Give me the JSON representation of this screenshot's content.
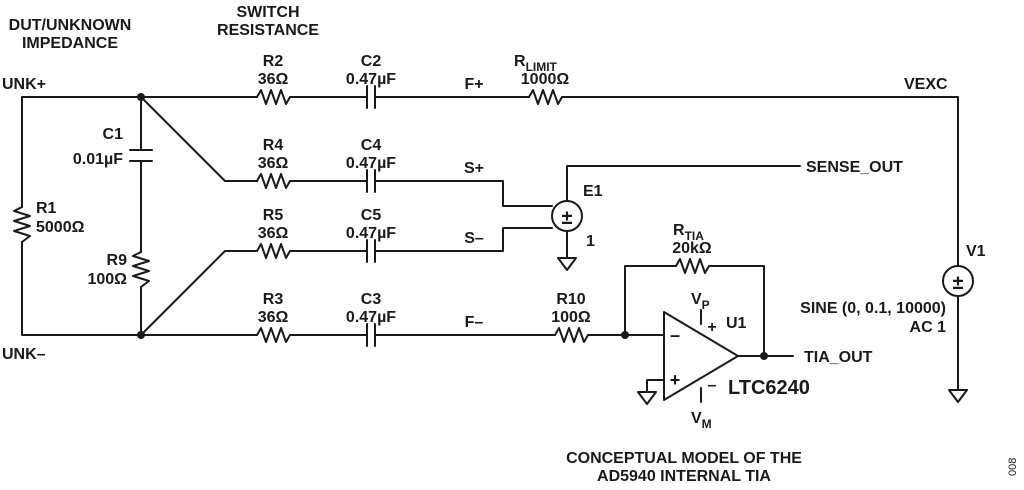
{
  "headings": {
    "dut_l1": "DUT/UNKNOWN",
    "dut_l2": "IMPEDANCE",
    "sw_l1": "SWITCH",
    "sw_l2": "RESISTANCE"
  },
  "nodes": {
    "unk_plus": "UNK+",
    "unk_minus": "UNK–",
    "vexc": "VEXC",
    "sense_out": "SENSE_OUT",
    "tia_out": "TIA_OUT",
    "f_plus": "F+",
    "f_minus": "F–",
    "s_plus": "S+",
    "s_minus": "S–"
  },
  "components": {
    "r1_name": "R1",
    "r1_val": "5000Ω",
    "c1_name": "C1",
    "c1_val": "0.01µF",
    "r9_name": "R9",
    "r9_val": "100Ω",
    "r2_name": "R2",
    "r2_val": "36Ω",
    "r4_name": "R4",
    "r4_val": "36Ω",
    "r5_name": "R5",
    "r5_val": "36Ω",
    "r3_name": "R3",
    "r3_val": "36Ω",
    "c2_name": "C2",
    "c2_val": "0.47µF",
    "c4_name": "C4",
    "c4_val": "0.47µF",
    "c5_name": "C5",
    "c5_val": "0.47µF",
    "c3_name": "C3",
    "c3_val": "0.47µF",
    "rlimit_main": "R",
    "rlimit_sub": "LIMIT",
    "rlimit_val": "1000Ω",
    "r10_name": "R10",
    "r10_val": "100Ω",
    "rtia_main": "R",
    "rtia_sub": "TIA",
    "rtia_val": "20kΩ",
    "e1_name": "E1",
    "e1_gain": "1",
    "v1_name": "V1",
    "v1_sine": "SINE (0, 0.1, 10000)",
    "v1_ac": "AC 1",
    "u1_name": "U1",
    "u1_part": "LTC6240",
    "vp_main": "V",
    "vp_sub": "P",
    "vm_main": "V",
    "vm_sub": "M",
    "opamp_minus": "–",
    "opamp_plus": "+",
    "pin_minus": "–",
    "pin_plus": "+",
    "src_sign": "±"
  },
  "caption": {
    "line1": "CONCEPTUAL MODEL OF THE",
    "line2": "AD5940 INTERNAL TIA"
  },
  "figure_number": "008"
}
